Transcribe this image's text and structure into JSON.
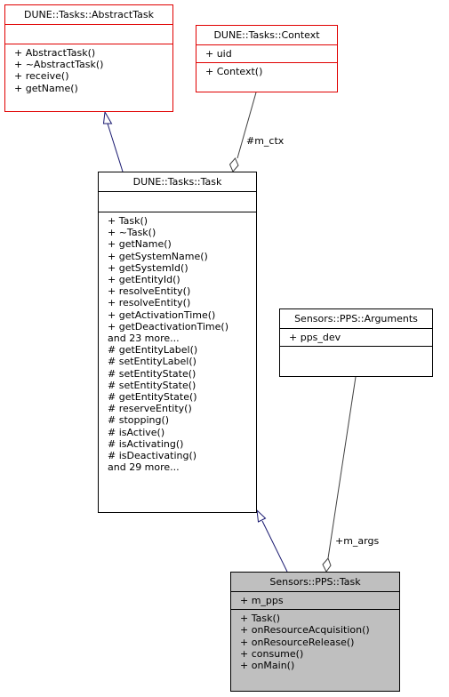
{
  "abstract_task": {
    "title": "DUNE::Tasks::AbstractTask",
    "attributes": [],
    "methods": [
      "+ AbstractTask()",
      "+ ~AbstractTask()",
      "+ receive()",
      "+ getName()"
    ]
  },
  "context": {
    "title": "DUNE::Tasks::Context",
    "attributes": [
      "+ uid"
    ],
    "methods": [
      "+ Context()"
    ]
  },
  "task": {
    "title": "DUNE::Tasks::Task",
    "attributes": [],
    "methods": [
      "+ Task()",
      "+ ~Task()",
      "+ getName()",
      "+ getSystemName()",
      "+ getSystemId()",
      "+ getEntityId()",
      "+ resolveEntity()",
      "+ resolveEntity()",
      "+ getActivationTime()",
      "+ getDeactivationTime()",
      "and 23 more...",
      "# getEntityLabel()",
      "# setEntityLabel()",
      "# setEntityState()",
      "# setEntityState()",
      "# getEntityState()",
      "# reserveEntity()",
      "# stopping()",
      "# isActive()",
      "# isActivating()",
      "# isDeactivating()",
      "and 29 more..."
    ]
  },
  "arguments": {
    "title": "Sensors::PPS::Arguments",
    "attributes": [
      "+ pps_dev"
    ],
    "methods": []
  },
  "pps_task": {
    "title": "Sensors::PPS::Task",
    "attributes": [
      "+ m_pps"
    ],
    "methods": [
      "+ Task()",
      "+ onResourceAcquisition()",
      "+ onResourceRelease()",
      "+ consume()",
      "+ onMain()"
    ]
  },
  "edges": {
    "ctx_label": "#m_ctx",
    "args_label": "+m_args"
  },
  "colors": {
    "external_border": "#e00000",
    "inheritance_line": "#191970",
    "highlight_fill": "#bfbfbf"
  }
}
